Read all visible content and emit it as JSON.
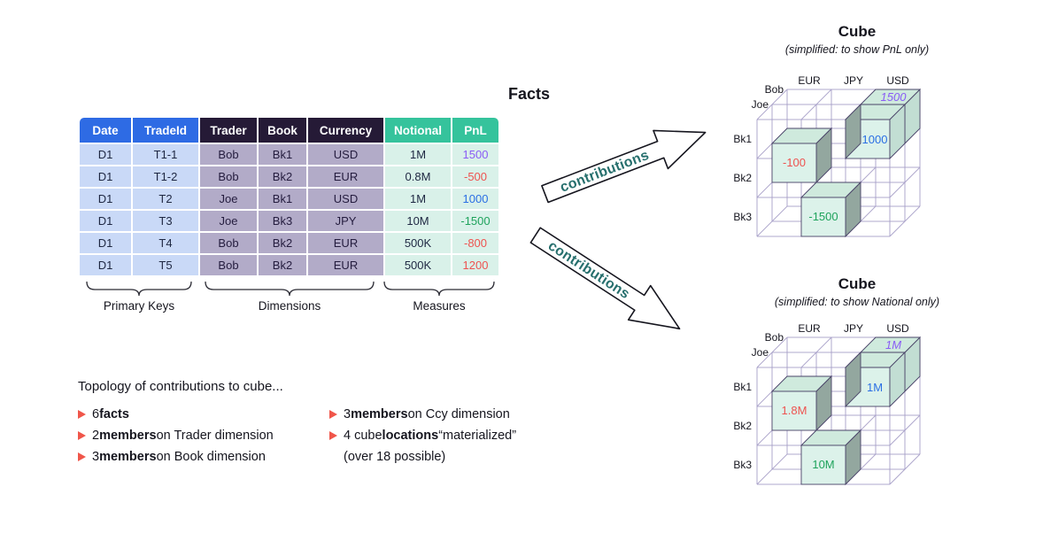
{
  "palette": {
    "header_blue": "#2e6be4",
    "header_dark": "#251a36",
    "header_teal": "#35c39c",
    "cell_blue": "#c9d9f7",
    "cell_purple": "#b2abc8",
    "cell_green": "#d9f1e9",
    "wireframe": "#a79fc8",
    "bullet_marker": "#f0564a",
    "contributions_teal": "#266f6d",
    "highlight_cell": "#dcf2ea",
    "highlight_shade": "#93a79f"
  },
  "facts": {
    "title": "Facts",
    "headers": [
      "Date",
      "TradeId",
      "Trader",
      "Book",
      "Currency",
      "Notional",
      "PnL"
    ],
    "rows": [
      [
        "D1",
        "T1-1",
        "Bob",
        "Bk1",
        "USD",
        "1M",
        "1500"
      ],
      [
        "D1",
        "T1-2",
        "Bob",
        "Bk2",
        "EUR",
        "0.8M",
        "-500"
      ],
      [
        "D1",
        "T2",
        "Joe",
        "Bk1",
        "USD",
        "1M",
        "1000"
      ],
      [
        "D1",
        "T3",
        "Joe",
        "Bk3",
        "JPY",
        "10M",
        "-1500"
      ],
      [
        "D1",
        "T4",
        "Bob",
        "Bk2",
        "EUR",
        "500K",
        "-800"
      ],
      [
        "D1",
        "T5",
        "Bob",
        "Bk2",
        "EUR",
        "500K",
        "1200"
      ]
    ],
    "pnl_colors": [
      "#8a5cf5",
      "#ee5350",
      "#2b6fe4",
      "#1fa35c",
      "#ee5350",
      "#ee5350"
    ]
  },
  "groups": {
    "primary_keys": "Primary Keys",
    "dimensions": "Dimensions",
    "measures": "Measures"
  },
  "arrow_label": "contributions",
  "cubes": [
    {
      "title": "Cube",
      "subtitle": "(simplified: to show PnL only)",
      "currencies": [
        "EUR",
        "JPY",
        "USD"
      ],
      "traders": [
        "Bob",
        "Joe"
      ],
      "books": [
        "Bk1",
        "Bk2",
        "Bk3"
      ],
      "cells": [
        {
          "location": "Bob / Bk1 / USD",
          "value": "1500",
          "color": "#8a5cf5"
        },
        {
          "location": "Joe / Bk1 / USD",
          "value": "1000",
          "color": "#2b6fe4"
        },
        {
          "location": "Bob / Bk2 / EUR",
          "value": "-100",
          "color": "#ee5350"
        },
        {
          "location": "Joe / Bk3 / JPY",
          "value": "-1500",
          "color": "#1fa35c"
        }
      ]
    },
    {
      "title": "Cube",
      "subtitle": "(simplified: to show National only)",
      "currencies": [
        "EUR",
        "JPY",
        "USD"
      ],
      "traders": [
        "Bob",
        "Joe"
      ],
      "books": [
        "Bk1",
        "Bk2",
        "Bk3"
      ],
      "cells": [
        {
          "location": "Bob / Bk1 / USD",
          "value": "1M",
          "color": "#8a5cf5"
        },
        {
          "location": "Joe / Bk1 / USD",
          "value": "1M",
          "color": "#2b6fe4"
        },
        {
          "location": "Bob / Bk2 / EUR",
          "value": "1.8M",
          "color": "#ee5350"
        },
        {
          "location": "Joe / Bk3 / JPY",
          "value": "10M",
          "color": "#1fa35c"
        }
      ]
    }
  ],
  "topology": {
    "heading": "Topology of contributions to cube...",
    "left": [
      {
        "pre": "6 ",
        "bold": "facts",
        "post": ""
      },
      {
        "pre": "2 ",
        "bold": "members",
        "post": " on Trader dimension"
      },
      {
        "pre": "3 ",
        "bold": "members",
        "post": " on Book dimension"
      }
    ],
    "right": [
      {
        "pre": "3 ",
        "bold": "members",
        "post": " on Ccy dimension"
      },
      {
        "pre": "4 cube ",
        "bold": "locations",
        "post": " “materialized”"
      }
    ],
    "continuation": "(over 18 possible)"
  }
}
